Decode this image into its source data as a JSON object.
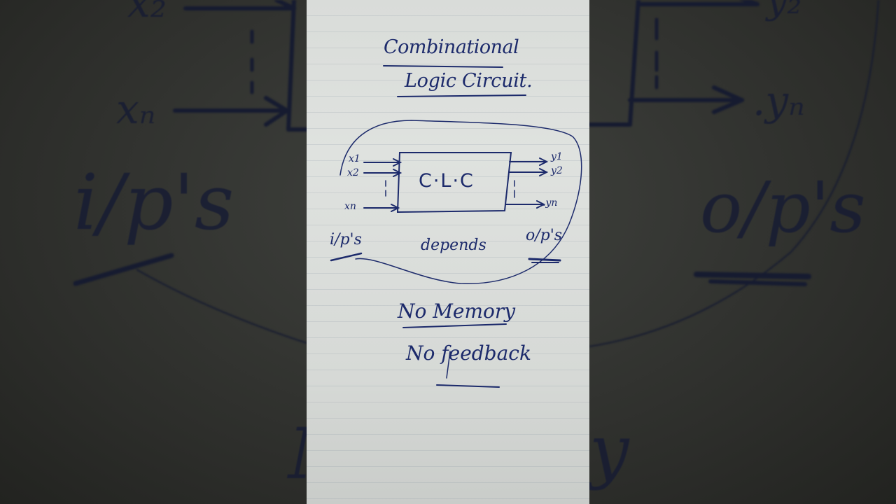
{
  "note": {
    "title_line1": "Combinational",
    "title_line2": "Logic Circuit.",
    "block_label": "C·L·C",
    "inputs": [
      "x1",
      "x2",
      "xn"
    ],
    "outputs": [
      "y1",
      "y2",
      ".yn"
    ],
    "inputs_caption": "i/p's",
    "outputs_caption": "o/p's",
    "relation": "depends",
    "property1": "No Memory",
    "property2": "No feedback"
  },
  "colors": {
    "ink": "#1c2a6b",
    "paper": "#dcdfdc",
    "background": "#2e2f2c"
  }
}
